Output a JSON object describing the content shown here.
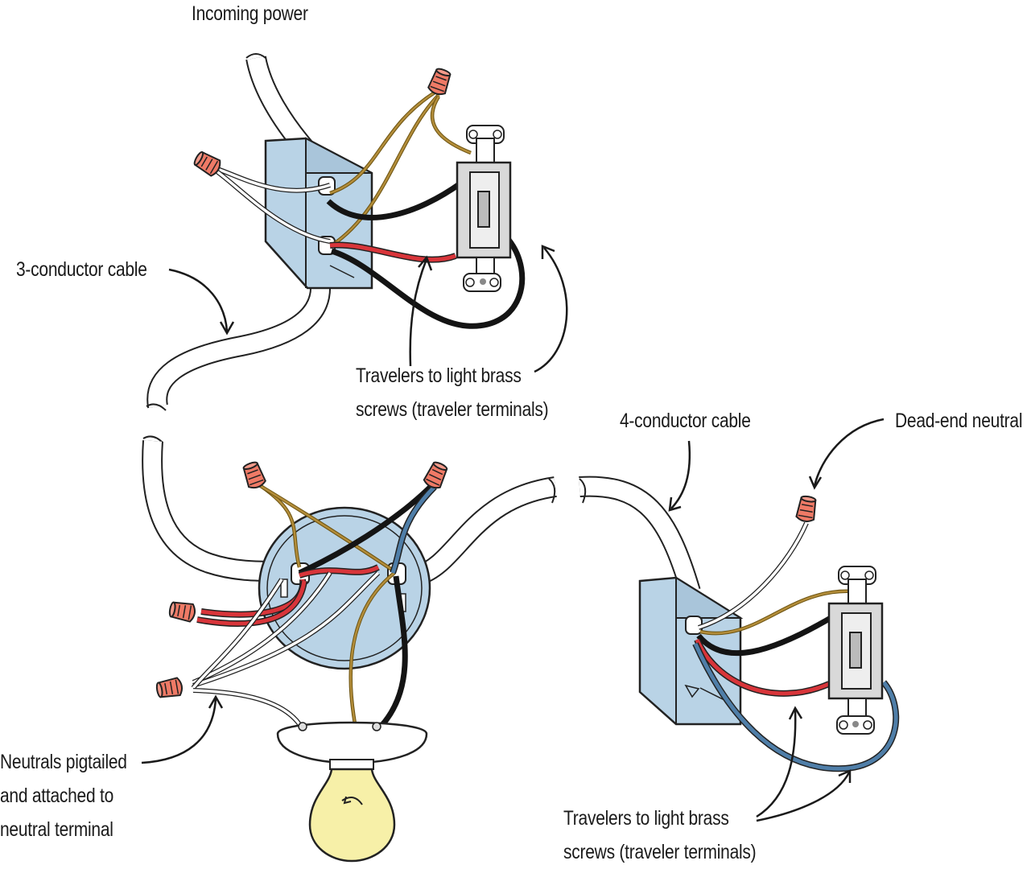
{
  "labels": {
    "incoming_power": "Incoming power",
    "three_conductor_cable": "3-conductor cable",
    "travelers_top": [
      "Travelers to light brass",
      "screws (traveler terminals)"
    ],
    "four_conductor_cable": "4-conductor cable",
    "dead_end_neutral": "Dead-end neutral",
    "neutrals_pigtailed": [
      "Neutrals pigtailed",
      "and attached to",
      "neutral terminal"
    ],
    "travelers_bottom": [
      "Travelers to light brass",
      "screws (traveler terminals)"
    ]
  },
  "colors": {
    "box_blue": "#b9d3e6",
    "hot_black": "#141414",
    "traveler_red": "#d8353a",
    "traveler_blue": "#4f7ea8",
    "ground_bare": "#b38d3a",
    "neutral_white": "#ffffff",
    "wire_nut_orange": "#ef7a66",
    "bulb_yellow": "#f7f0a8",
    "switch_gray": "#d9d9d9"
  }
}
